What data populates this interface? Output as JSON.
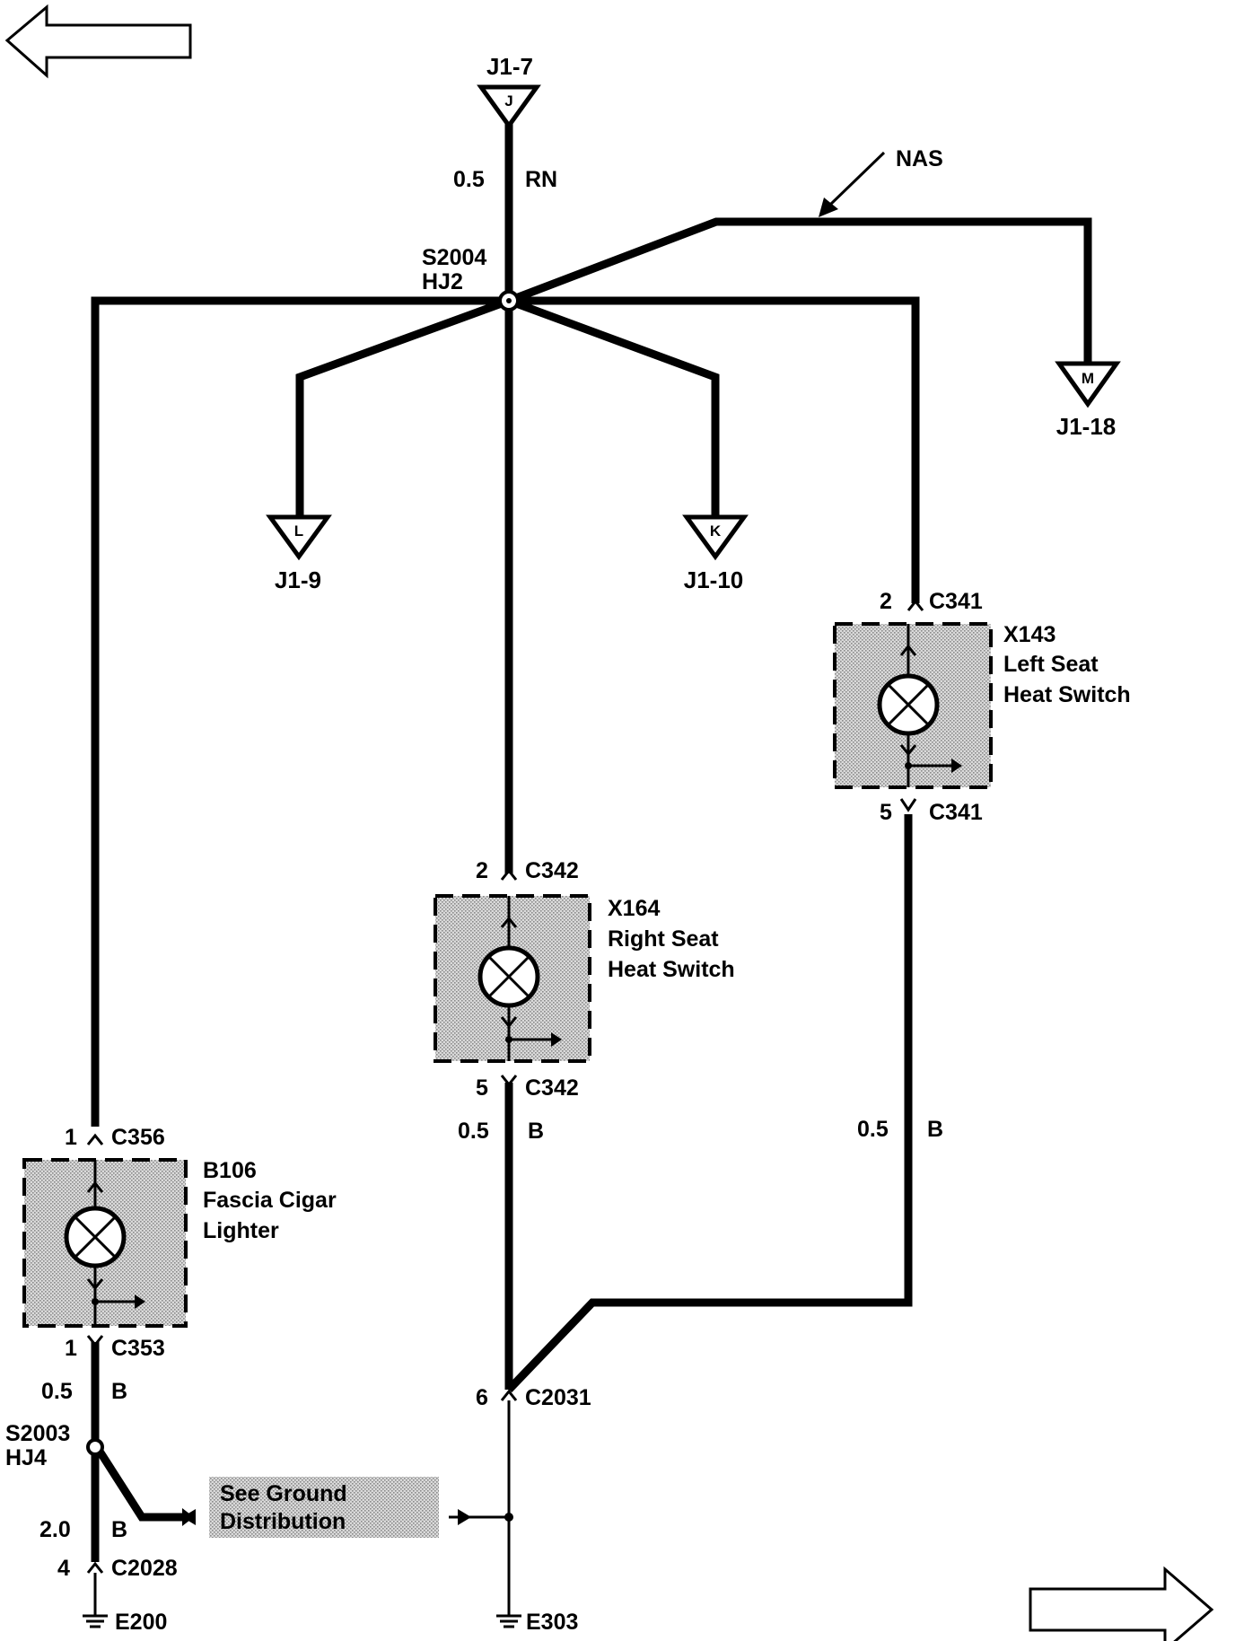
{
  "terminals": {
    "j": {
      "letter": "J",
      "ref": "J1-7"
    },
    "l": {
      "letter": "L",
      "ref": "J1-9"
    },
    "k": {
      "letter": "K",
      "ref": "J1-10"
    },
    "m": {
      "letter": "M",
      "ref": "J1-18"
    }
  },
  "wires": {
    "top_size": "0.5",
    "top_color": "RN",
    "nas": "NAS",
    "center_size": "0.5",
    "center_color": "B",
    "right_size": "0.5",
    "right_color": "B",
    "left_size": "0.5",
    "left_color": "B",
    "ground_size": "2.0",
    "ground_color": "B"
  },
  "splices": {
    "s2004": {
      "id": "S2004",
      "hj": "HJ2"
    },
    "s2003": {
      "id": "S2003",
      "hj": "HJ4"
    }
  },
  "connectors": {
    "c341_top": {
      "pin": "2",
      "name": "C341"
    },
    "c341_bot": {
      "pin": "5",
      "name": "C341"
    },
    "c342_top": {
      "pin": "2",
      "name": "C342"
    },
    "c342_bot": {
      "pin": "5",
      "name": "C342"
    },
    "c356": {
      "pin": "1",
      "name": "C356"
    },
    "c353": {
      "pin": "1",
      "name": "C353"
    },
    "c2031": {
      "pin": "6",
      "name": "C2031"
    },
    "c2028": {
      "pin": "4",
      "name": "C2028"
    }
  },
  "components": {
    "x143": {
      "id": "X143",
      "line1": "Left Seat",
      "line2": "Heat Switch"
    },
    "x164": {
      "id": "X164",
      "line1": "Right Seat",
      "line2": "Heat Switch"
    },
    "b106": {
      "id": "B106",
      "line1": "Fascia Cigar",
      "line2": "Lighter"
    }
  },
  "ground_ref": {
    "line1": "See Ground",
    "line2": "Distribution"
  },
  "grounds": {
    "e200": "E200",
    "e303": "E303"
  },
  "nav": {
    "prev_icon": "left-arrow-icon",
    "next_icon": "right-arrow-icon"
  }
}
